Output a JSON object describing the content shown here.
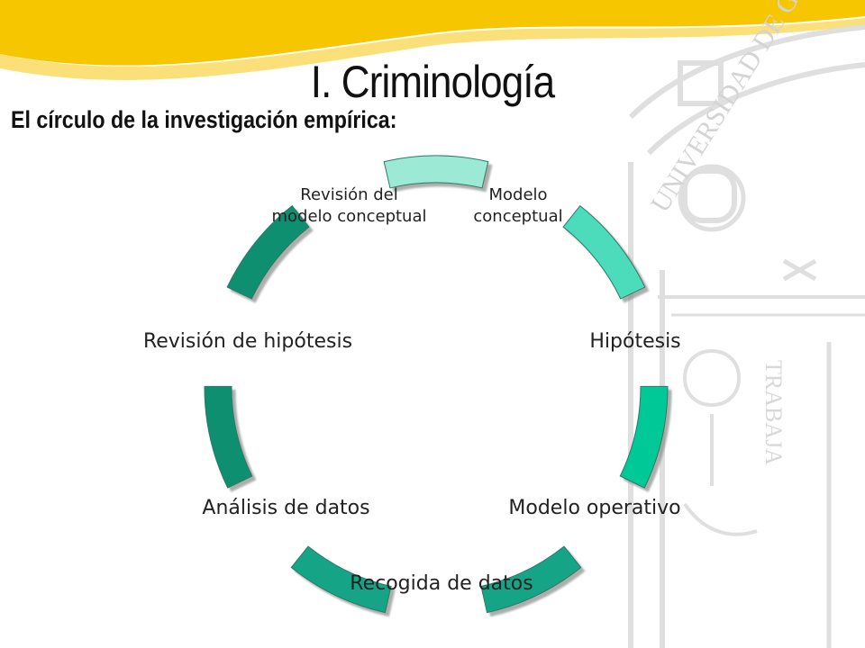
{
  "slide": {
    "title": "I. Criminología",
    "subtitle": "El círculo de la investigación empírica:"
  },
  "watermark": {
    "seal_text": "UNIVERSIDAD DE GUADALAJARA",
    "motto_fragment": "TRABAJA"
  },
  "cycle": {
    "steps": [
      {
        "label_line1": "Modelo",
        "label_line2": "conceptual"
      },
      {
        "label_line1": "Hipótesis"
      },
      {
        "label_line1": "Modelo operativo"
      },
      {
        "label_line1": "Recogida de datos"
      },
      {
        "label_line1": "Análisis de datos"
      },
      {
        "label_line1": "Revisión de hipótesis"
      },
      {
        "label_line1": "Revisión del",
        "label_line2": "modelo conceptual"
      }
    ]
  },
  "colors": {
    "banner_yellow": "#f6c600",
    "banner_light": "#fbe07a",
    "arc_light": "#9ce9d6",
    "arc_mint": "#4ddcbb",
    "arc_green": "#00c896",
    "arc_teal": "#13a486",
    "arc_dark": "#0a8f6f",
    "watermark": "#dcdcdc"
  }
}
